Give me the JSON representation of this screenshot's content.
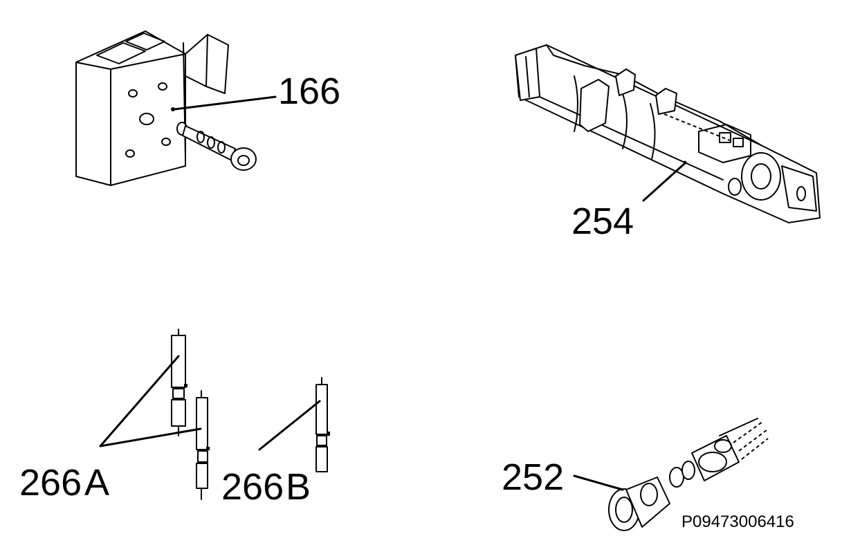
{
  "labels": {
    "part_166": "166",
    "part_254": "254",
    "part_266a_num": "266",
    "part_266a_suffix": "A",
    "part_266b_num": "266",
    "part_266b_suffix": "B",
    "part_252": "252"
  },
  "figure_code": "P09473006416",
  "colors": {
    "ink": "#000000",
    "background": "#ffffff"
  }
}
